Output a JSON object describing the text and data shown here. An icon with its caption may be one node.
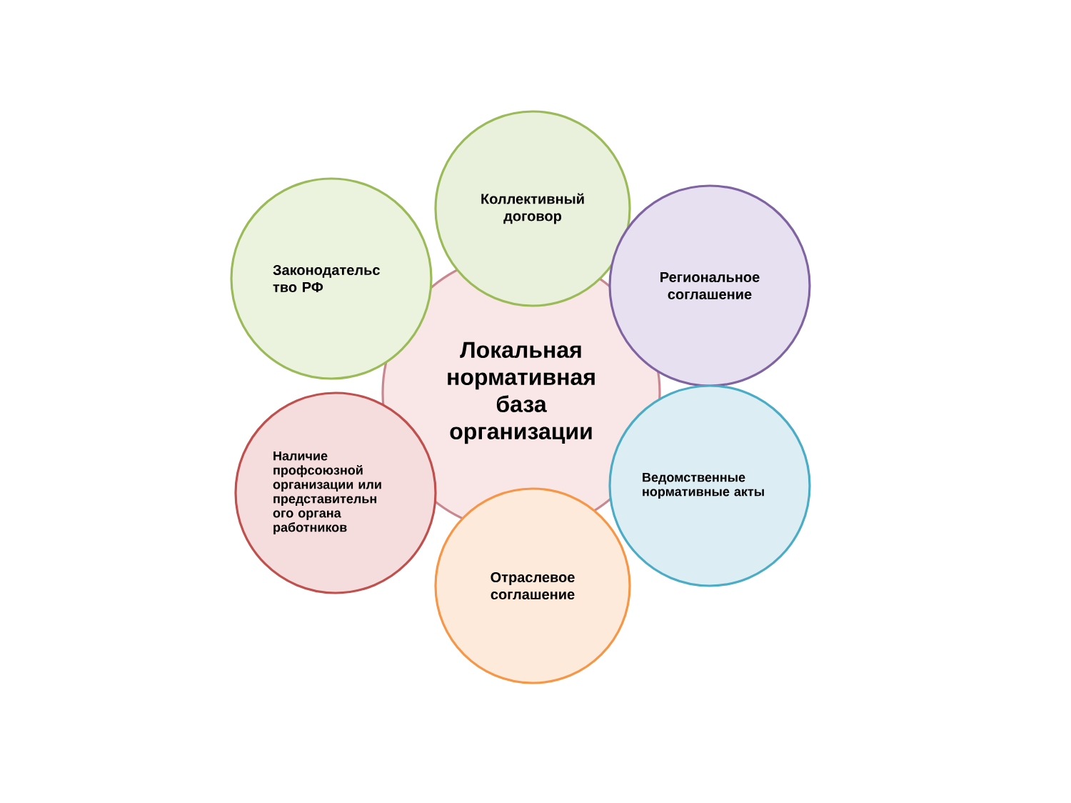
{
  "diagram": {
    "nodes": [
      {
        "text": [
          "Коллективный договор"
        ]
      },
      {
        "text": [
          "Законодательс тво РФ"
        ]
      },
      {
        "text": [
          "Региональное соглашение"
        ]
      },
      {
        "text": [
          "Локальная нормативная база организации"
        ]
      },
      {
        "text": [
          "Наличие профсоюзной организации или представительн ого органа работников"
        ]
      },
      {
        "text": [
          "Ведомственные нормативные акты"
        ]
      },
      {
        "text": [
          "Отраслевое соглашение"
        ]
      }
    ]
  }
}
